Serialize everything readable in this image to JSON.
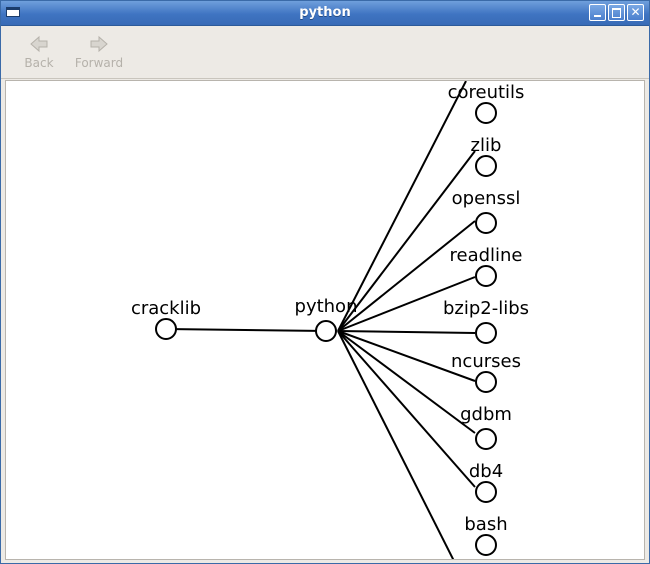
{
  "window": {
    "title": "python"
  },
  "toolbar": {
    "back_label": "Back",
    "forward_label": "Forward"
  },
  "graph": {
    "center": "python",
    "left": "cracklib",
    "right": [
      "coreutils",
      "zlib",
      "openssl",
      "readline",
      "bzip2-libs",
      "ncurses",
      "gdbm",
      "db4",
      "bash"
    ]
  }
}
